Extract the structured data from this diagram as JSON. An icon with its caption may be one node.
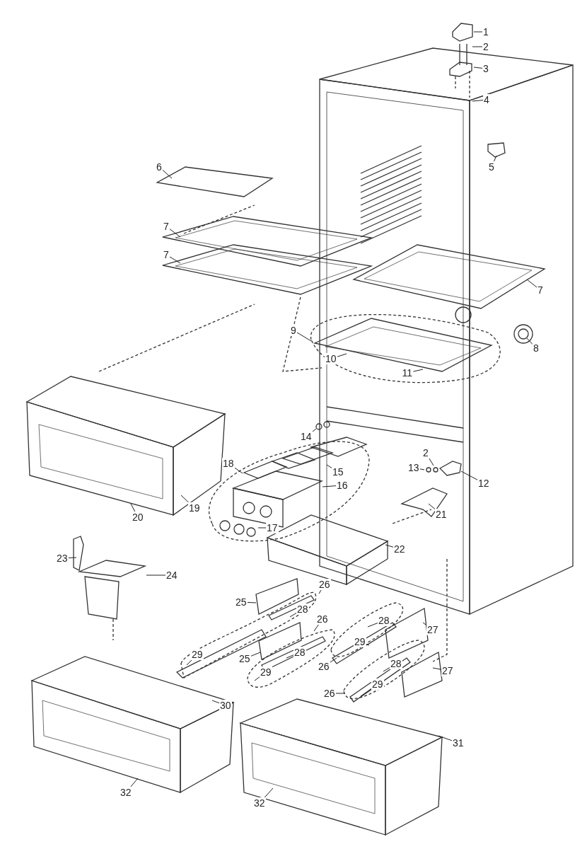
{
  "diagram": {
    "nodes": [
      {
        "text": [
          "1"
        ]
      },
      {
        "text": [
          "2"
        ]
      },
      {
        "text": [
          "3"
        ]
      },
      {
        "text": [
          "4"
        ]
      },
      {
        "text": [
          "5"
        ]
      },
      {
        "text": [
          "6"
        ]
      },
      {
        "text": [
          "7"
        ]
      },
      {
        "text": [
          "7"
        ]
      },
      {
        "text": [
          "7"
        ]
      },
      {
        "text": [
          "8"
        ]
      },
      {
        "text": [
          "9"
        ]
      },
      {
        "text": [
          "10"
        ]
      },
      {
        "text": [
          "11"
        ]
      },
      {
        "text": [
          "14"
        ]
      },
      {
        "text": [
          "2"
        ]
      },
      {
        "text": [
          "18"
        ]
      },
      {
        "text": [
          "13"
        ]
      },
      {
        "text": [
          "15"
        ]
      },
      {
        "text": [
          "12"
        ]
      },
      {
        "text": [
          "16"
        ]
      },
      {
        "text": [
          "19"
        ]
      },
      {
        "text": [
          "20"
        ]
      },
      {
        "text": [
          "17"
        ]
      },
      {
        "text": [
          "21"
        ]
      },
      {
        "text": [
          "22"
        ]
      },
      {
        "text": [
          "23"
        ]
      },
      {
        "text": [
          "24"
        ]
      },
      {
        "text": [
          "26"
        ]
      },
      {
        "text": [
          "25"
        ]
      },
      {
        "text": [
          "28"
        ]
      },
      {
        "text": [
          "26"
        ]
      },
      {
        "text": [
          "28"
        ]
      },
      {
        "text": [
          "27"
        ]
      },
      {
        "text": [
          "29"
        ]
      },
      {
        "text": [
          "29"
        ]
      },
      {
        "text": [
          "25"
        ]
      },
      {
        "text": [
          "28"
        ]
      },
      {
        "text": [
          "26"
        ]
      },
      {
        "text": [
          "29"
        ]
      },
      {
        "text": [
          "28"
        ]
      },
      {
        "text": [
          "27"
        ]
      },
      {
        "text": [
          "26"
        ]
      },
      {
        "text": [
          "29"
        ]
      },
      {
        "text": [
          "30"
        ]
      },
      {
        "text": [
          "31"
        ]
      },
      {
        "text": [
          "32"
        ]
      },
      {
        "text": [
          "32"
        ]
      }
    ],
    "edges": [
      {
        "from": 0,
        "to": null,
        "arrow": "none"
      },
      {
        "from": 1,
        "to": null,
        "arrow": "none"
      },
      {
        "from": 2,
        "to": null,
        "arrow": "none"
      },
      {
        "from": 3,
        "to": null,
        "arrow": "none"
      },
      {
        "from": 4,
        "to": null,
        "arrow": "none"
      },
      {
        "from": 5,
        "to": null,
        "arrow": "none"
      },
      {
        "from": 6,
        "to": null,
        "arrow": "none"
      },
      {
        "from": 7,
        "to": null,
        "arrow": "none"
      },
      {
        "from": 8,
        "to": null,
        "arrow": "none"
      },
      {
        "from": 9,
        "to": null,
        "arrow": "none"
      },
      {
        "from": 10,
        "to": null,
        "arrow": "none"
      },
      {
        "from": 11,
        "to": null,
        "arrow": "none"
      },
      {
        "from": 12,
        "to": null,
        "arrow": "none"
      },
      {
        "from": 13,
        "to": null,
        "arrow": "none"
      },
      {
        "from": 14,
        "to": null,
        "arrow": "none"
      },
      {
        "from": 15,
        "to": null,
        "arrow": "none"
      },
      {
        "from": 16,
        "to": null,
        "arrow": "none"
      },
      {
        "from": 17,
        "to": null,
        "arrow": "none"
      },
      {
        "from": 18,
        "to": null,
        "arrow": "none"
      },
      {
        "from": 19,
        "to": null,
        "arrow": "none"
      },
      {
        "from": 20,
        "to": null,
        "arrow": "none"
      },
      {
        "from": 21,
        "to": null,
        "arrow": "none"
      },
      {
        "from": 22,
        "to": null,
        "arrow": "none"
      },
      {
        "from": 23,
        "to": null,
        "arrow": "none"
      },
      {
        "from": 24,
        "to": null,
        "arrow": "none"
      },
      {
        "from": 25,
        "to": null,
        "arrow": "none"
      },
      {
        "from": 26,
        "to": null,
        "arrow": "none"
      },
      {
        "from": 27,
        "to": null,
        "arrow": "none"
      },
      {
        "from": 28,
        "to": null,
        "arrow": "none"
      },
      {
        "from": 29,
        "to": null,
        "arrow": "none"
      },
      {
        "from": 30,
        "to": null,
        "arrow": "none"
      },
      {
        "from": 31,
        "to": null,
        "arrow": "none"
      },
      {
        "from": 32,
        "to": null,
        "arrow": "none"
      },
      {
        "from": 33,
        "to": null,
        "arrow": "none"
      },
      {
        "from": 34,
        "to": null,
        "arrow": "none"
      },
      {
        "from": 35,
        "to": null,
        "arrow": "none"
      },
      {
        "from": 36,
        "to": null,
        "arrow": "none"
      },
      {
        "from": 37,
        "to": null,
        "arrow": "none"
      },
      {
        "from": 38,
        "to": null,
        "arrow": "none"
      },
      {
        "from": 39,
        "to": null,
        "arrow": "none"
      },
      {
        "from": 40,
        "to": null,
        "arrow": "none"
      },
      {
        "from": 41,
        "to": null,
        "arrow": "none"
      },
      {
        "from": 42,
        "to": null,
        "arrow": "none"
      },
      {
        "from": 43,
        "to": null,
        "arrow": "none"
      },
      {
        "from": 44,
        "to": null,
        "arrow": "none"
      },
      {
        "from": 45,
        "to": null,
        "arrow": "none"
      },
      {
        "from": 46,
        "to": null,
        "arrow": "none"
      }
    ]
  }
}
